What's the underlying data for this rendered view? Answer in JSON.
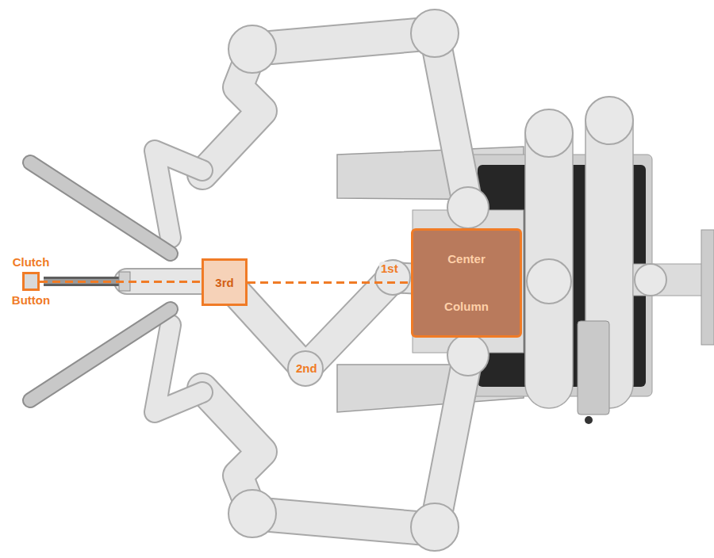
{
  "diagram": {
    "nodes": [
      {
        "text": [
          "Clutch",
          "Button"
        ]
      },
      {
        "text": [
          "3rd"
        ]
      },
      {
        "text": [
          "Center Column"
        ]
      }
    ],
    "edges": [
      {
        "from": 0,
        "to": 1,
        "arrow": "none"
      },
      {
        "from": 1,
        "to": 2,
        "arrow": "none"
      }
    ],
    "labels": [
      "1st",
      "2nd"
    ]
  }
}
